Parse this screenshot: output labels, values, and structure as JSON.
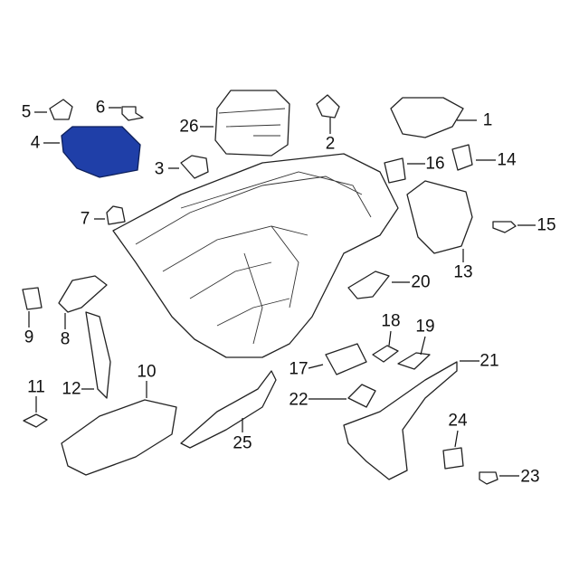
{
  "diagram": {
    "title": "Instrument panel components",
    "highlight_color": "#1f3fa8",
    "highlighted_part": "4",
    "callouts": [
      "1",
      "2",
      "3",
      "4",
      "5",
      "6",
      "7",
      "8",
      "9",
      "10",
      "11",
      "12",
      "13",
      "14",
      "15",
      "16",
      "17",
      "18",
      "19",
      "20",
      "21",
      "22",
      "23",
      "24",
      "25",
      "26"
    ]
  }
}
